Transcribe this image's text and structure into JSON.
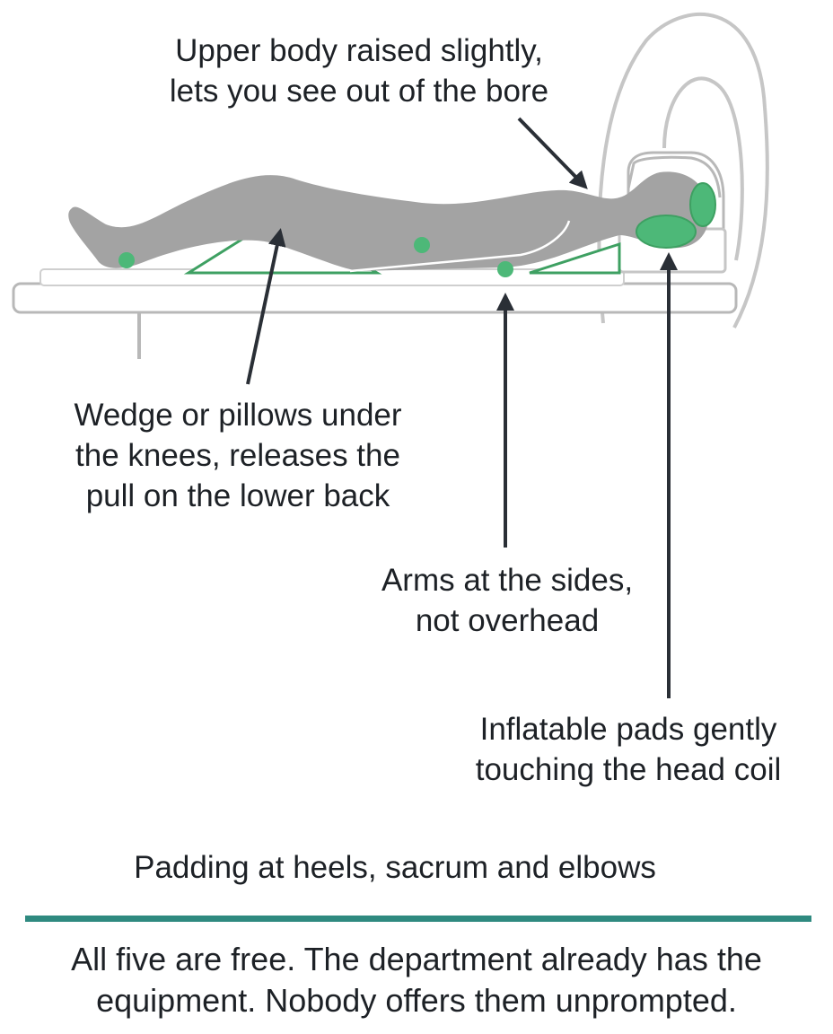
{
  "colors": {
    "body_gray": "#a3a3a3",
    "pad_green": "#4db878",
    "outline_green": "#3ea062",
    "divider_teal": "#2f8a80",
    "arrow": "#2a2f36",
    "line_gray": "#b8b8b8"
  },
  "labels": {
    "upper_body": "Upper body raised slightly,\nlets you see out of the bore",
    "wedge": "Wedge or pillows under\nthe knees, releases the\npull on the lower back",
    "arms": "Arms at the sides,\nnot overhead",
    "pads": "Inflatable pads gently\ntouching the head coil",
    "padding": "Padding at heels, sacrum and elbows"
  },
  "footer": "All five are free. The department already has the\nequipment. Nobody offers them unprompted."
}
